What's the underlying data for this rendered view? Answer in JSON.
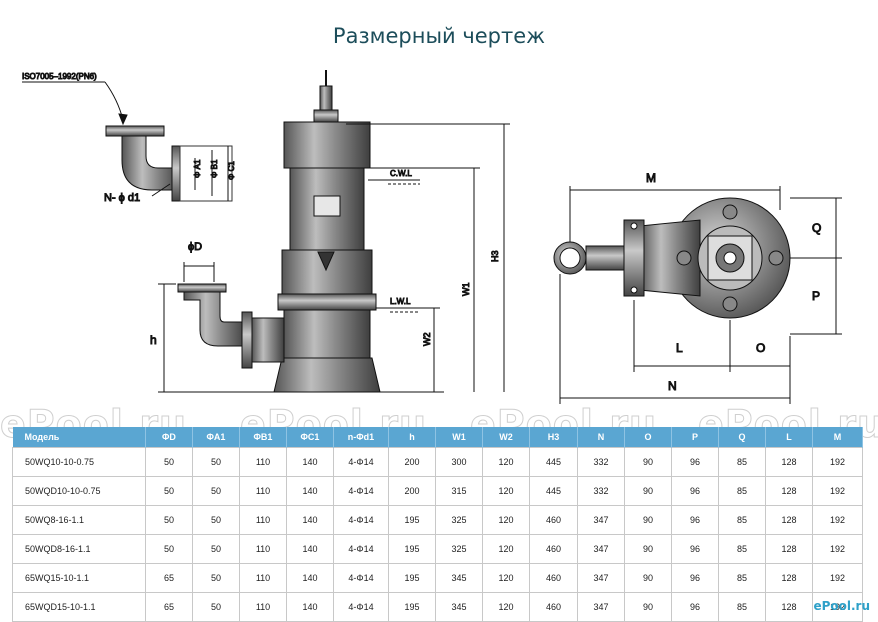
{
  "title": "Размерный чертеж",
  "drawing": {
    "standard_note": "ISO7005–1992(PN6)",
    "labels": {
      "phiA1": "Φ A1",
      "phiB1": "Φ B1",
      "phiC1": "Φ C1",
      "n_phi_d1": "N- ϕ d1",
      "phiD": "ϕD",
      "h": "h",
      "cwl": "C.W.L",
      "lwl": "L.W.L",
      "w2": "W2",
      "w1": "W1",
      "h3": "H3",
      "M": "M",
      "Q": "Q",
      "P": "P",
      "L": "L",
      "O": "O",
      "N": "N"
    }
  },
  "watermark_text": "ePool.ru",
  "logo_text": "ePool.ru",
  "table": {
    "headers": [
      "Модель",
      "ΦD",
      "ΦA1",
      "ΦB1",
      "ΦC1",
      "n-Φd1",
      "h",
      "W1",
      "W2",
      "H3",
      "N",
      "O",
      "P",
      "Q",
      "L",
      "M"
    ],
    "rows": [
      [
        "50WQ10-10-0.75",
        "50",
        "50",
        "110",
        "140",
        "4-Φ14",
        "200",
        "300",
        "120",
        "445",
        "332",
        "90",
        "96",
        "85",
        "128",
        "192"
      ],
      [
        "50WQD10-10-0.75",
        "50",
        "50",
        "110",
        "140",
        "4-Φ14",
        "200",
        "315",
        "120",
        "445",
        "332",
        "90",
        "96",
        "85",
        "128",
        "192"
      ],
      [
        "50WQ8-16-1.1",
        "50",
        "50",
        "110",
        "140",
        "4-Φ14",
        "195",
        "325",
        "120",
        "460",
        "347",
        "90",
        "96",
        "85",
        "128",
        "192"
      ],
      [
        "50WQD8-16-1.1",
        "50",
        "50",
        "110",
        "140",
        "4-Φ14",
        "195",
        "325",
        "120",
        "460",
        "347",
        "90",
        "96",
        "85",
        "128",
        "192"
      ],
      [
        "65WQ15-10-1.1",
        "65",
        "50",
        "110",
        "140",
        "4-Φ14",
        "195",
        "345",
        "120",
        "460",
        "347",
        "90",
        "96",
        "85",
        "128",
        "192"
      ],
      [
        "65WQD15-10-1.1",
        "65",
        "50",
        "110",
        "140",
        "4-Φ14",
        "195",
        "345",
        "120",
        "460",
        "347",
        "90",
        "96",
        "85",
        "128",
        "192"
      ]
    ]
  }
}
